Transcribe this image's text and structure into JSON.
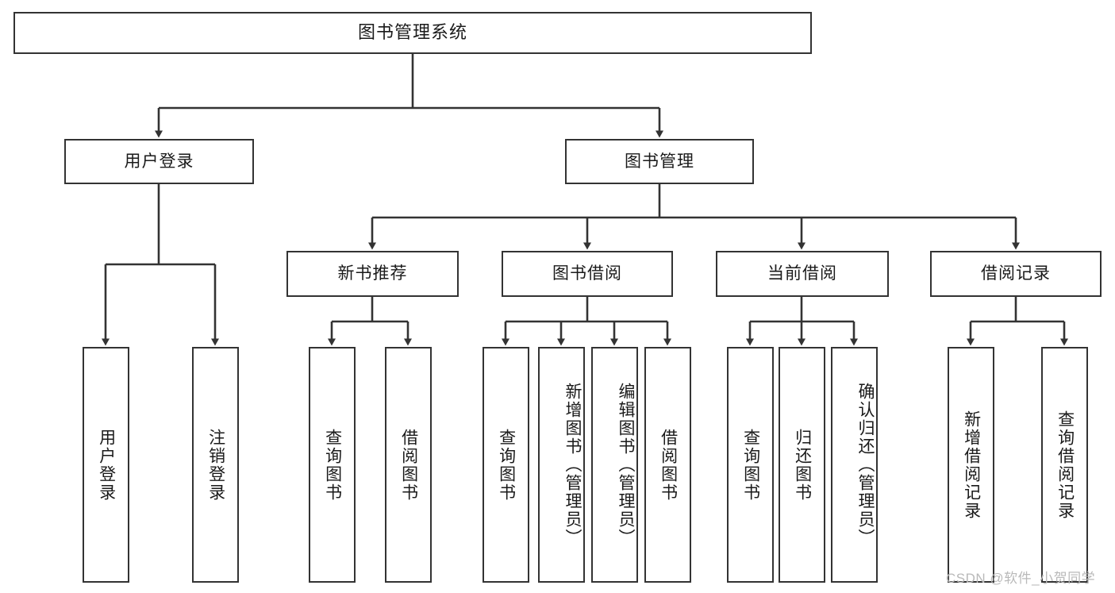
{
  "diagram": {
    "title": "图书管理系统",
    "type": "tree",
    "root": {
      "id": "root",
      "label": "图书管理系统"
    },
    "level2": [
      {
        "id": "user-login",
        "label": "用户登录"
      },
      {
        "id": "book-management",
        "label": "图书管理"
      }
    ],
    "level3": [
      {
        "id": "new-book-recommend",
        "label": "新书推荐"
      },
      {
        "id": "book-borrow",
        "label": "图书借阅"
      },
      {
        "id": "current-borrow",
        "label": "当前借阅"
      },
      {
        "id": "borrow-record",
        "label": "借阅记录"
      }
    ],
    "leaves": {
      "user_login": [
        {
          "id": "leaf-user-login",
          "label": "用户登录"
        },
        {
          "id": "leaf-logout-login",
          "label": "注销登录"
        }
      ],
      "new_book_recommend": [
        {
          "id": "leaf-query-book-1",
          "label": "查询图书"
        },
        {
          "id": "leaf-borrow-book-1",
          "label": "借阅图书"
        }
      ],
      "book_borrow": [
        {
          "id": "leaf-query-book-2",
          "label": "查询图书"
        },
        {
          "id": "leaf-add-book",
          "label": "新增图书（管理员）"
        },
        {
          "id": "leaf-edit-book",
          "label": "编辑图书（管理员）"
        },
        {
          "id": "leaf-borrow-book-2",
          "label": "借阅图书"
        }
      ],
      "current_borrow": [
        {
          "id": "leaf-query-book-3",
          "label": "查询图书"
        },
        {
          "id": "leaf-return-book",
          "label": "归还图书"
        },
        {
          "id": "leaf-confirm-return",
          "label": "确认归还（管理员）"
        }
      ],
      "borrow_record": [
        {
          "id": "leaf-add-borrow-record",
          "label": "新增借阅记录"
        },
        {
          "id": "leaf-query-borrow-record",
          "label": "查询借阅记录"
        }
      ]
    },
    "colors": {
      "border": "#333333",
      "background": "#ffffff",
      "text": "#1a1a1a",
      "connector": "#333333",
      "watermark": "#b9b9b9"
    }
  },
  "watermark": {
    "text": "CSDN @软件_小贺同学"
  }
}
